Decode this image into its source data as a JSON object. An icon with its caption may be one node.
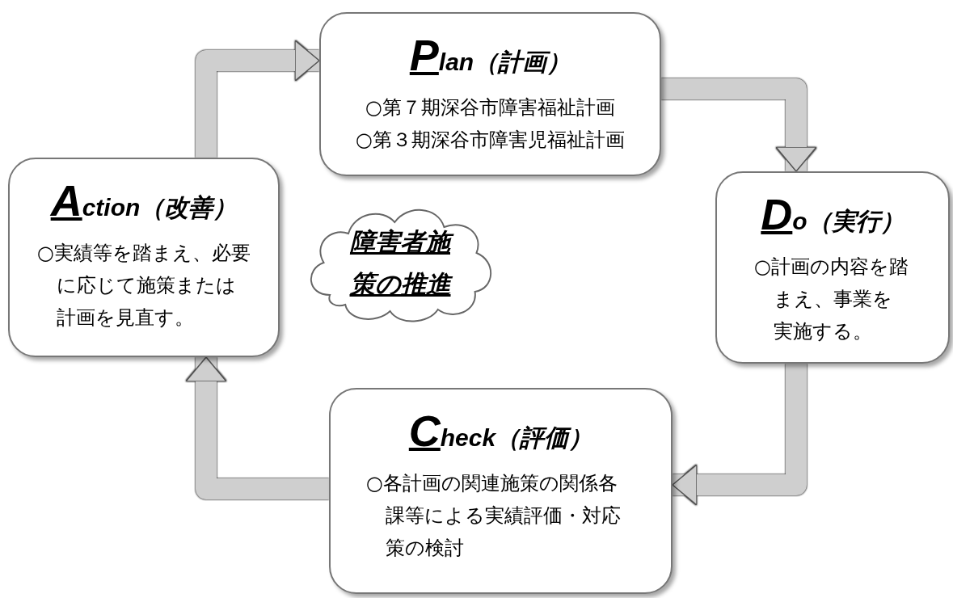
{
  "diagram": {
    "nodes": [
      {
        "text": [
          "**P**lan（計画）",
          "○第７期深谷市障害福祉計画",
          "○第３期深谷市障害児福祉計画"
        ]
      },
      {
        "text": [
          "**D**o（実行）",
          "○計画の内容を踏まえ、事業を実施する。"
        ]
      },
      {
        "text": [
          "**C**heck（評価）",
          "○各計画の関連施策の関係各課等による実績評価・対応策の検討"
        ]
      },
      {
        "text": [
          "**A**ction（改善）",
          "○実績等を踏まえ、必要に応じて施策または計画を見直す。"
        ]
      },
      {
        "text": [
          "障害者施策の推進"
        ]
      }
    ],
    "edges": [
      {
        "from": 0,
        "to": 1,
        "arrow": "to"
      },
      {
        "from": 1,
        "to": 2,
        "arrow": "to"
      },
      {
        "from": 2,
        "to": 3,
        "arrow": "to"
      },
      {
        "from": 3,
        "to": 0,
        "arrow": "to"
      }
    ]
  }
}
